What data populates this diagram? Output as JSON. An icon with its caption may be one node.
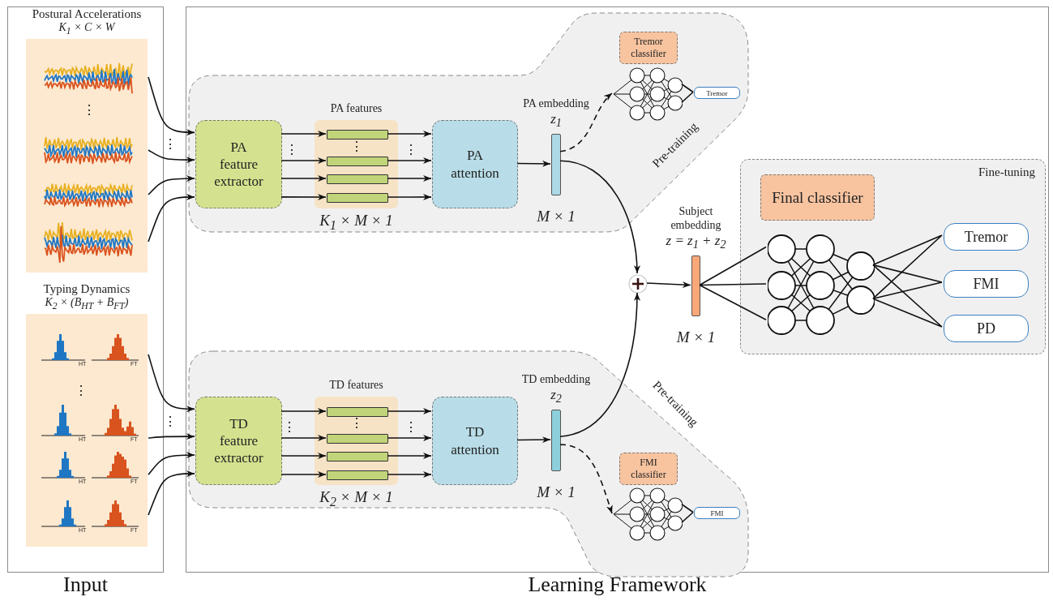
{
  "diagram": {
    "nodes": [
      {
        "text": [
          "Input"
        ]
      },
      {
        "text": [
          "Postural Accelerations",
          "K$_{1}$ × C × W"
        ],
        "in": 0
      },
      {
        "text": [],
        "shape": "picture",
        "in": 1
      },
      {
        "text": [],
        "shape": "picture",
        "in": 1
      },
      {
        "text": [],
        "shape": "picture",
        "in": 1
      },
      {
        "text": [],
        "shape": "picture",
        "in": 1
      },
      {
        "text": [
          "Typing Dynamics",
          "K$_{2}$ × (B$_{HT}$ + B$_{FT}$)"
        ],
        "in": 0
      },
      {
        "text": [],
        "shape": "picture",
        "in": 6,
        "beside": [
          "HT",
          "FT"
        ]
      },
      {
        "text": [],
        "shape": "picture",
        "in": 6,
        "beside": [
          "HT",
          "FT"
        ]
      },
      {
        "text": [],
        "shape": "picture",
        "in": 6,
        "beside": [
          "HT",
          "FT"
        ]
      },
      {
        "text": [],
        "shape": "picture",
        "in": 6,
        "beside": [
          "HT",
          "FT"
        ]
      },
      {
        "text": [
          "Learning Framework"
        ]
      },
      {
        "text": [
          "Pre-training"
        ],
        "in": 11
      },
      {
        "text": [
          "PA feature extractor"
        ],
        "in": 12
      },
      {
        "text": [
          "PA features"
        ],
        "beside": [
          "K$_{1}$ × M × 1"
        ],
        "in": 12
      },
      {
        "text": [],
        "shape": "bar",
        "in": 14
      },
      {
        "text": [],
        "shape": "bar",
        "in": 14
      },
      {
        "text": [],
        "shape": "bar",
        "in": 14
      },
      {
        "text": [],
        "shape": "bar",
        "in": 14
      },
      {
        "text": [
          "PA attention"
        ],
        "in": 12
      },
      {
        "text": [
          "PA embedding",
          "z$_{1}$"
        ],
        "beside": [
          "M × 1"
        ],
        "in": 12
      },
      {
        "text": [
          "Tremor classifier"
        ],
        "in": 12
      },
      {
        "text": [],
        "shape": "picture",
        "in": 12
      },
      {
        "text": [
          "Tremor"
        ],
        "in": 12
      },
      {
        "text": [
          "Pre-training"
        ],
        "in": 11
      },
      {
        "text": [
          "TD feature extractor"
        ],
        "in": 24
      },
      {
        "text": [
          "TD features"
        ],
        "beside": [
          "K$_{2}$ × M × 1"
        ],
        "in": 24
      },
      {
        "text": [],
        "shape": "bar",
        "in": 26
      },
      {
        "text": [],
        "shape": "bar",
        "in": 26
      },
      {
        "text": [],
        "shape": "bar",
        "in": 26
      },
      {
        "text": [],
        "shape": "bar",
        "in": 26
      },
      {
        "text": [
          "TD attention"
        ],
        "in": 24
      },
      {
        "text": [
          "TD embedding",
          "z$_{2}$"
        ],
        "beside": [
          "M × 1"
        ],
        "in": 24
      },
      {
        "text": [
          "FMI classifier"
        ],
        "in": 24
      },
      {
        "text": [],
        "shape": "picture",
        "in": 24
      },
      {
        "text": [
          "FMI"
        ],
        "in": 24
      },
      {
        "text": [],
        "shape": "circle",
        "in": 11
      },
      {
        "text": [
          "Subject embedding",
          "z = z$_{1}$ + z$_{2}$"
        ],
        "beside": [
          "M × 1"
        ],
        "in": 11
      },
      {
        "text": [
          "Fine-tuning"
        ],
        "in": 11
      },
      {
        "text": [
          "Final classifier"
        ],
        "in": 38
      },
      {
        "text": [],
        "shape": "picture",
        "in": 38
      },
      {
        "text": [
          "Tremor"
        ],
        "in": 38
      },
      {
        "text": [
          "FMI"
        ],
        "in": 38
      },
      {
        "text": [
          "PD"
        ],
        "in": 38
      }
    ],
    "edges": [
      {
        "from": 2,
        "to": 13,
        "arrow": "to"
      },
      {
        "from": 3,
        "to": 13,
        "arrow": "to"
      },
      {
        "from": 4,
        "to": 13,
        "arrow": "to"
      },
      {
        "from": 5,
        "to": 13,
        "arrow": "to"
      },
      {
        "from": 13,
        "to": 15,
        "arrow": "to"
      },
      {
        "from": 13,
        "to": 16,
        "arrow": "to"
      },
      {
        "from": 13,
        "to": 17,
        "arrow": "to"
      },
      {
        "from": 13,
        "to": 18,
        "arrow": "to"
      },
      {
        "from": 15,
        "to": 19,
        "arrow": "to"
      },
      {
        "from": 16,
        "to": 19,
        "arrow": "to"
      },
      {
        "from": 17,
        "to": 19,
        "arrow": "to"
      },
      {
        "from": 18,
        "to": 19,
        "arrow": "to"
      },
      {
        "from": 19,
        "to": 20,
        "arrow": "to"
      },
      {
        "from": 20,
        "to": 22,
        "arrow": "to",
        "style": "dashed"
      },
      {
        "from": 22,
        "to": 23,
        "arrow": "none"
      },
      {
        "from": 20,
        "to": 36,
        "arrow": "to"
      },
      {
        "from": 7,
        "to": 25,
        "arrow": "to"
      },
      {
        "from": 8,
        "to": 25,
        "arrow": "to"
      },
      {
        "from": 9,
        "to": 25,
        "arrow": "to"
      },
      {
        "from": 10,
        "to": 25,
        "arrow": "to"
      },
      {
        "from": 25,
        "to": 27,
        "arrow": "to"
      },
      {
        "from": 25,
        "to": 28,
        "arrow": "to"
      },
      {
        "from": 25,
        "to": 29,
        "arrow": "to"
      },
      {
        "from": 25,
        "to": 30,
        "arrow": "to"
      },
      {
        "from": 27,
        "to": 31,
        "arrow": "to"
      },
      {
        "from": 28,
        "to": 31,
        "arrow": "to"
      },
      {
        "from": 29,
        "to": 31,
        "arrow": "to"
      },
      {
        "from": 30,
        "to": 31,
        "arrow": "to"
      },
      {
        "from": 31,
        "to": 32,
        "arrow": "to"
      },
      {
        "from": 32,
        "to": 34,
        "arrow": "to",
        "style": "dashed"
      },
      {
        "from": 34,
        "to": 35,
        "arrow": "none"
      },
      {
        "from": 32,
        "to": 36,
        "arrow": "to"
      },
      {
        "from": 36,
        "to": 37,
        "arrow": "to"
      },
      {
        "from": 37,
        "to": 40,
        "arrow": "none"
      },
      {
        "from": 40,
        "to": 41,
        "arrow": "none"
      },
      {
        "from": 40,
        "to": 42,
        "arrow": "none"
      },
      {
        "from": 40,
        "to": 43,
        "arrow": "none"
      }
    ],
    "labels": [
      "⋮",
      "⋮",
      "⋮",
      "⋮",
      "⋮",
      "⋮",
      "⋮",
      "⋮",
      "⋮",
      "⋮"
    ]
  }
}
